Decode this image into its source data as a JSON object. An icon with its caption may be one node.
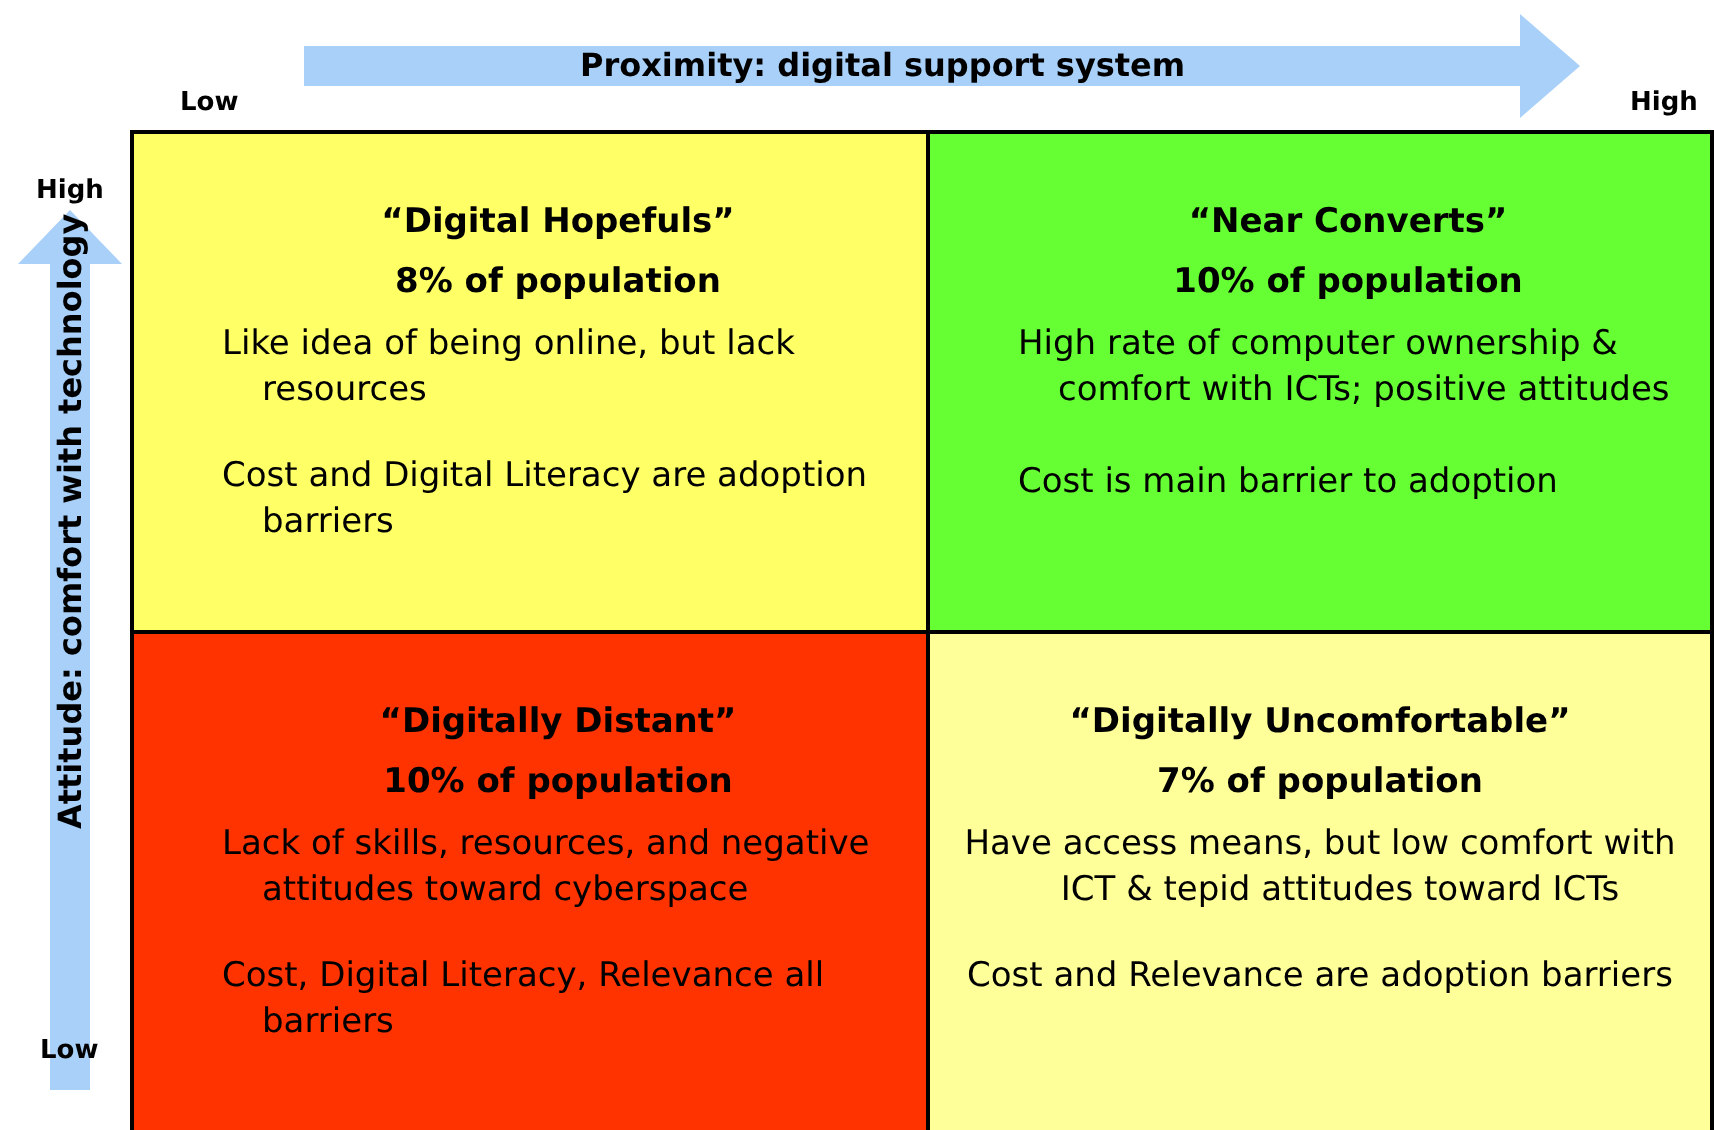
{
  "diagram": {
    "nodes": [
      {
        "text": [
          "“Digital Hopefuls”",
          "8% of population",
          "Like idea of being online, but lack resources",
          "Cost and Digital Literacy are adoption barriers"
        ]
      },
      {
        "text": [
          "“Near Converts”",
          "10% of population",
          "High rate of computer ownership & comfort with ICTs; positive attitudes",
          "Cost is main barrier to adoption"
        ]
      },
      {
        "text": [
          "“Digitally Distant”",
          "10% of population",
          "Lack of skills, resources, and negative attitudes toward cyberspace",
          "Cost, Digital Literacy, Relevance all barriers"
        ]
      },
      {
        "text": [
          "“Digitally Uncomfortable”",
          "7% of population",
          "Have access means, but low comfort with ICT & tepid attitudes toward ICTs",
          "Cost and Relevance are adoption barriers"
        ]
      }
    ],
    "labels": [
      "Proximity: digital support system",
      "Low",
      "High",
      "High",
      "Attitude: comfort with technology",
      "Low"
    ]
  }
}
